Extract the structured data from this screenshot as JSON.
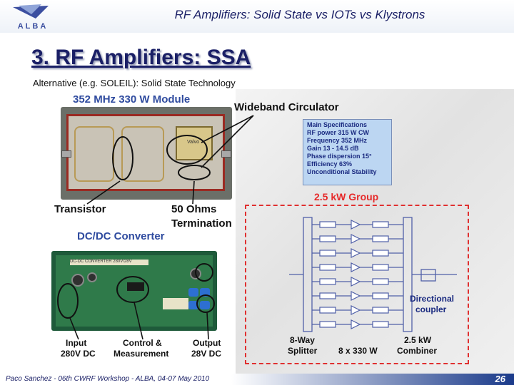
{
  "header": {
    "logo_text": "ALBA",
    "title": "RF Amplifiers: Solid State vs IOTs vs Klystrons"
  },
  "slide": {
    "heading": "3. RF Amplifiers: SSA",
    "subtitle": "Alternative (e.g. SOLEIL): Solid State Technology"
  },
  "module": {
    "title": "352 MHz  330 W Module",
    "circulator_label": "Wideband Circulator",
    "transistor_label": "Transistor",
    "termination_label_1": "50 Ohms",
    "termination_label_2": "Termination",
    "component_mark": "Valvo"
  },
  "specs": {
    "heading": "Main Specifications",
    "items": [
      "RF power 315 W CW",
      "Frequency 352 MHz",
      "Gain 13 - 14.5 dB",
      "Phase dispersion 15°",
      "Efficiency 63%",
      "Unconditional Stability"
    ]
  },
  "converter": {
    "title": "DC/DC Converter",
    "input_label_1": "Input",
    "input_label_2": "280V DC",
    "control_label_1": "Control &",
    "control_label_2": "Measurement",
    "output_label_1": "Output",
    "output_label_2": "28V DC",
    "board_mark": "DC-DC CONVERTER 280V/28V"
  },
  "group": {
    "title": "2.5 kW Group",
    "splitter_label_1": "8-Way",
    "splitter_label_2": "Splitter",
    "modules_label": "8 x 330 W",
    "combiner_label_1": "2.5 kW",
    "combiner_label_2": "Combiner",
    "coupler_label_1": "Directional",
    "coupler_label_2": "coupler"
  },
  "footer": {
    "text": "Paco Sanchez  -  06th CWRF Workshop  - ALBA, 04-07 May 2010",
    "page": "26"
  },
  "colors": {
    "brand_navy": "#1a1f66",
    "label_blue": "#2f4b9f",
    "accent_red": "#e62a2a",
    "spec_box": "#bcd6f2"
  }
}
